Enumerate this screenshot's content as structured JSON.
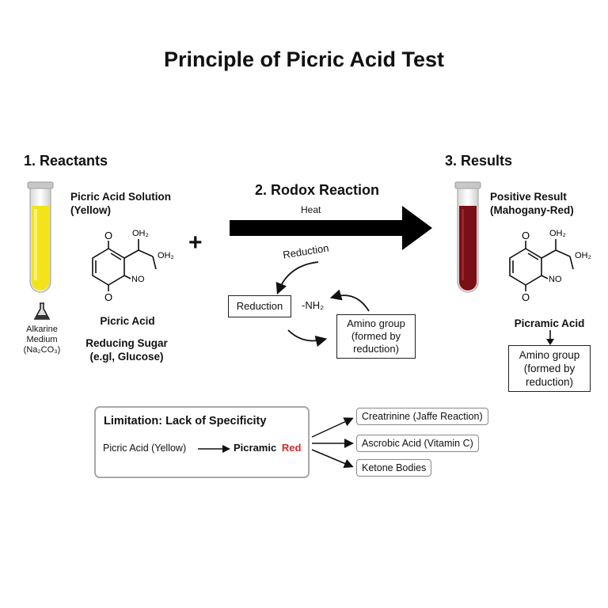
{
  "title": "Principle of Picric Acid Test",
  "reactants": {
    "heading": "1. Reactants",
    "solution_label": "Picric Acid Solution",
    "solution_color": "(Yellow)",
    "medium_line1": "Alkarine",
    "medium_line2": "Medium",
    "medium_line3": "(Na₂CO₃)",
    "compound_name": "Picric Acid",
    "sugar_line1": "Reducing Sugar",
    "sugar_line2": "(e.gl, Glucose)",
    "tube_color": "#f2e419"
  },
  "reaction": {
    "heading": "2. Rodox Reaction",
    "plus": "+",
    "heat": "Heat",
    "curve_label": "Reduction",
    "reduction_box": "Reduction",
    "nh2": "-NH₂",
    "amino_line1": "Amino group",
    "amino_line2": "(formed by",
    "amino_line3": "reduction)"
  },
  "results": {
    "heading": "3. Results",
    "result_line1": "Positive Result",
    "result_line2": "(Mahogany-Red)",
    "compound_name": "Picramic Acid",
    "amino_line1": "Amino group",
    "amino_line2": "(formed by",
    "amino_line3": "reduction)",
    "tube_color": "#7a0f16"
  },
  "structure_labels": {
    "o_top": "O",
    "o_bottom": "O",
    "oh2_a": "OH₂",
    "oh2_b": "OH₂",
    "no": "N⁲O"
  },
  "limitation": {
    "title": "Limitation: Lack of Specificity",
    "from": "Picric Acid (Yellow)",
    "to": "Picramic",
    "to_color_word": "Red",
    "red_color": "#d42a2a",
    "items": [
      "Creatrinine (Jaffe Reaction)",
      "Ascrobic Acid (Vitamin C)",
      "Ketone Bodies"
    ]
  }
}
